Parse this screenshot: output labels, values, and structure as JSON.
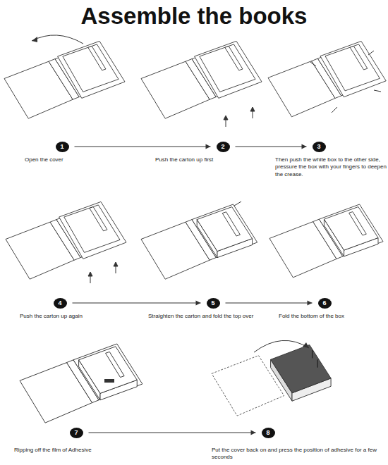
{
  "diagram": {
    "title": "Assemble the books",
    "nodes": [
      {
        "text": [
          "1"
        ]
      },
      {
        "text": [
          "2"
        ]
      },
      {
        "text": [
          "3"
        ]
      },
      {
        "text": [
          "4"
        ]
      },
      {
        "text": [
          "5"
        ]
      },
      {
        "text": [
          "6"
        ]
      },
      {
        "text": [
          "7"
        ]
      },
      {
        "text": [
          "8"
        ]
      }
    ],
    "edges": [
      {
        "from": 0,
        "to": 1,
        "arrow": "to"
      },
      {
        "from": 1,
        "to": 2,
        "arrow": "to"
      },
      {
        "from": 3,
        "to": 4,
        "arrow": "to"
      },
      {
        "from": 4,
        "to": 5,
        "arrow": "to"
      },
      {
        "from": 6,
        "to": 7,
        "arrow": "to"
      }
    ],
    "labels": [
      "Open the cover",
      "Push the carton up first",
      "Then push the white box to the other side, pressure the box with your fingers to deepen the crease.",
      "Push the carton up again",
      "Straighten the carton and fold the top over",
      "Fold the bottom of the box",
      "Ripping off the film of Adhesive",
      "Put the cover back on and press the position of adhesive for a few seconds"
    ]
  }
}
